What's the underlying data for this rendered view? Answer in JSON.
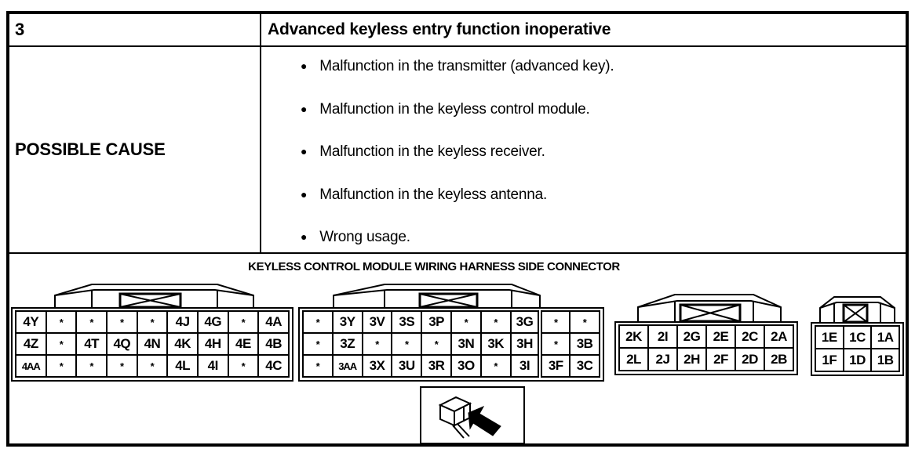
{
  "page": {
    "item_number": "3",
    "symptom_title": "Advanced keyless entry function inoperative",
    "possible_cause_label": "POSSIBLE CAUSE",
    "causes": [
      "Malfunction in the transmitter (advanced key).",
      "Malfunction in the keyless control module.",
      "Malfunction in the keyless receiver.",
      "Malfunction in the keyless antenna.",
      "Wrong usage."
    ]
  },
  "diagram": {
    "title": "KEYLESS CONTROL MODULE WIRING HARNESS SIDE CONNECTOR",
    "icons": {
      "bottom_icon": "connector-with-arrow-icon",
      "connector_key": "connector-keying-slot-icon"
    },
    "colors": {
      "line": "#000000",
      "background": "#ffffff"
    },
    "connectors": [
      {
        "name": "connector-4x",
        "columns": 9,
        "split_after": null,
        "rows": [
          [
            "4Y",
            "*",
            "*",
            "*",
            "*",
            "4J",
            "4G",
            "*",
            "4A"
          ],
          [
            "4Z",
            "*",
            "4T",
            "4Q",
            "4N",
            "4K",
            "4H",
            "4E",
            "4B"
          ],
          [
            "4AA",
            "*",
            "*",
            "*",
            "*",
            "4L",
            "4I",
            "*",
            "4C"
          ]
        ]
      },
      {
        "name": "connector-3x",
        "columns": 10,
        "split_after": 8,
        "rows": [
          [
            "*",
            "3Y",
            "3V",
            "3S",
            "3P",
            "*",
            "*",
            "3G",
            "*",
            "*"
          ],
          [
            "*",
            "3Z",
            "*",
            "*",
            "*",
            "3N",
            "3K",
            "3H",
            "*",
            "3B"
          ],
          [
            "*",
            "3AA",
            "3X",
            "3U",
            "3R",
            "3O",
            "*",
            "3I",
            "3F",
            "3C"
          ]
        ]
      },
      {
        "name": "connector-2x",
        "columns": 6,
        "split_after": null,
        "rows": [
          [
            "2K",
            "2I",
            "2G",
            "2E",
            "2C",
            "2A"
          ],
          [
            "2L",
            "2J",
            "2H",
            "2F",
            "2D",
            "2B"
          ]
        ]
      },
      {
        "name": "connector-1x",
        "columns": 3,
        "split_after": null,
        "rows": [
          [
            "1E",
            "1C",
            "1A"
          ],
          [
            "1F",
            "1D",
            "1B"
          ]
        ]
      }
    ]
  }
}
